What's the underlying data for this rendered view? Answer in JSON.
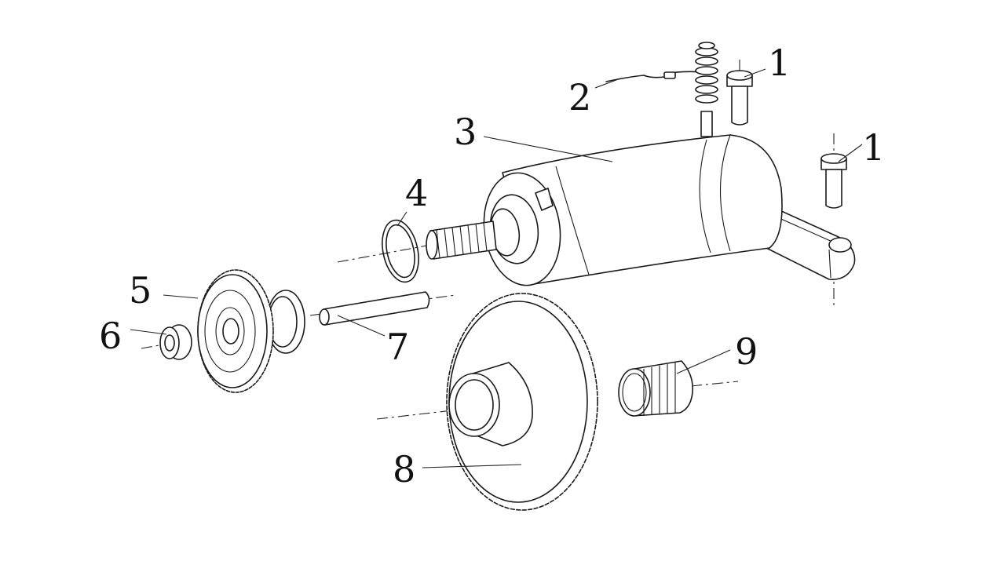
{
  "callouts": [
    {
      "id": "bolt-top",
      "label": "1"
    },
    {
      "id": "bolt-right",
      "label": "1"
    },
    {
      "id": "cable",
      "label": "2"
    },
    {
      "id": "motor",
      "label": "3"
    },
    {
      "id": "o-ring",
      "label": "4"
    },
    {
      "id": "idler-gear",
      "label": "5"
    },
    {
      "id": "washer",
      "label": "6"
    },
    {
      "id": "shaft",
      "label": "7"
    },
    {
      "id": "clutch-gear",
      "label": "8"
    },
    {
      "id": "needle-bearing",
      "label": "9"
    }
  ]
}
